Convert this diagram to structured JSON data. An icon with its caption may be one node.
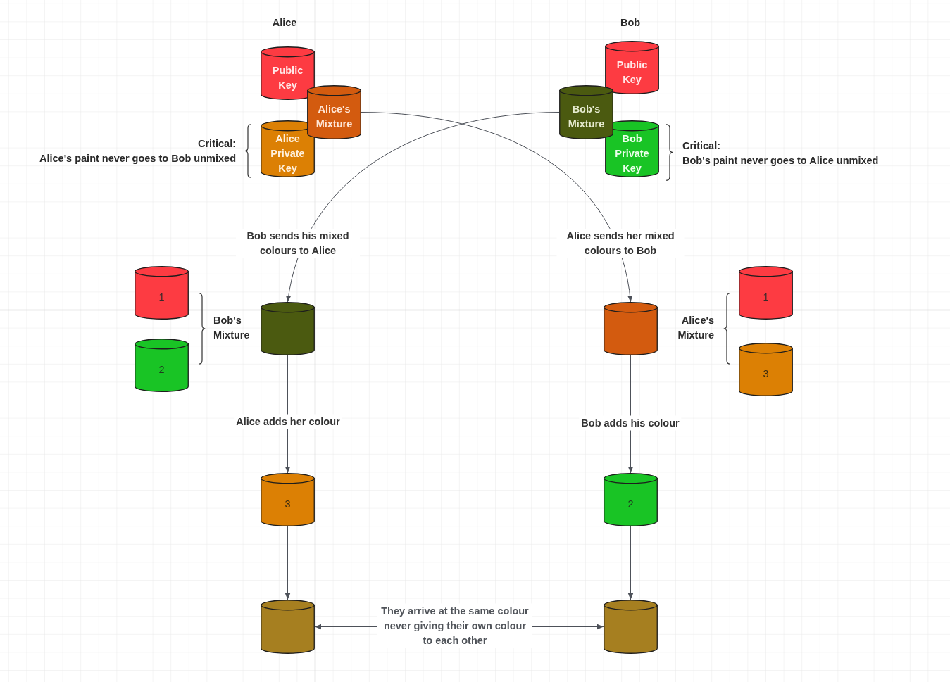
{
  "diagram": {
    "nodes": [
      {
        "text": [
          "Public Key"
        ]
      },
      {
        "text": [
          "Public Key"
        ]
      },
      {
        "text": [
          "Alice's Mixture"
        ]
      },
      {
        "text": [
          "Bob's Mixture"
        ]
      },
      {
        "text": [
          "Alice Private Key"
        ]
      },
      {
        "text": [
          "Bob Private Key"
        ]
      },
      {
        "text": [
          "1"
        ]
      },
      {
        "text": [
          "2"
        ]
      },
      {
        "text": [],
        "shape": "cylinder"
      },
      {
        "text": [],
        "shape": "cylinder"
      },
      {
        "text": [
          "1"
        ]
      },
      {
        "text": [
          "3"
        ]
      },
      {
        "text": [
          "3"
        ]
      },
      {
        "text": [
          "2"
        ]
      },
      {
        "text": [],
        "shape": "cylinder"
      },
      {
        "text": [],
        "shape": "cylinder"
      }
    ],
    "edges": [
      {
        "from": 2,
        "to": 9,
        "arrow": "to",
        "label": "Alice sends her mixed colours to Bob"
      },
      {
        "from": 3,
        "to": 8,
        "arrow": "to",
        "label": "Bob sends his mixed colours to Alice"
      },
      {
        "from": 8,
        "to": 12,
        "arrow": "to",
        "label": "Alice adds her colour"
      },
      {
        "from": 9,
        "to": 13,
        "arrow": "to",
        "label": "Bob adds his colour"
      },
      {
        "from": 12,
        "to": 14,
        "arrow": "to"
      },
      {
        "from": 13,
        "to": 15,
        "arrow": "to"
      },
      {
        "from": 14,
        "to": 15,
        "arrow": "both",
        "label": "They arrive at the same colour never giving their own colour to each other"
      }
    ],
    "labels": [
      "Alice",
      "Bob",
      "Critical:",
      "Alice's paint never goes to Bob unmixed",
      "Critical:",
      "Bob's paint never goes to Alice unmixed",
      "Bob's Mixture",
      "Alice's Mixture"
    ]
  }
}
